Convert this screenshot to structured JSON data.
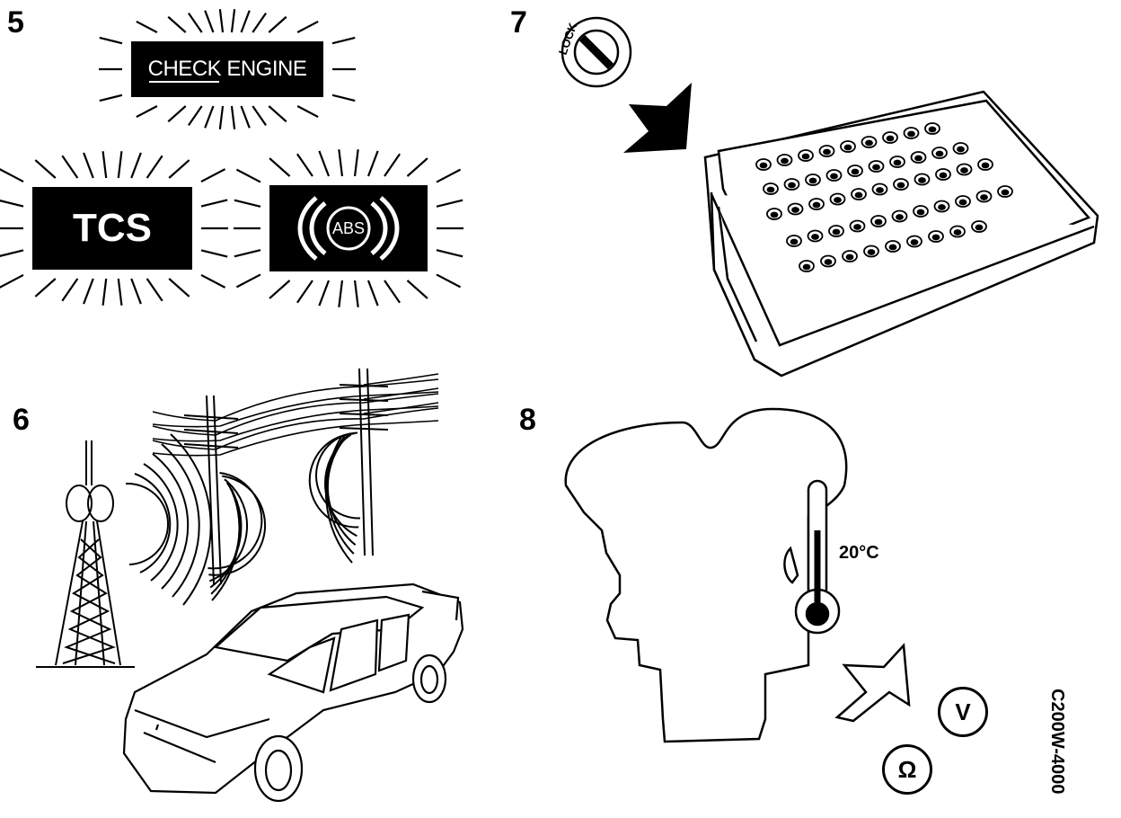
{
  "panels": {
    "p5": {
      "number": "5",
      "check_engine": "CHECK ENGINE",
      "tcs": "TCS",
      "abs": "ABS"
    },
    "p6": {
      "number": "6"
    },
    "p7": {
      "number": "7",
      "lock": "LOCK"
    },
    "p8": {
      "number": "8",
      "temperature": "20°C",
      "volt": "V",
      "ohm": "Ω"
    }
  },
  "code": "C200W-4000",
  "colors": {
    "ink": "#000000",
    "paper": "#ffffff"
  }
}
